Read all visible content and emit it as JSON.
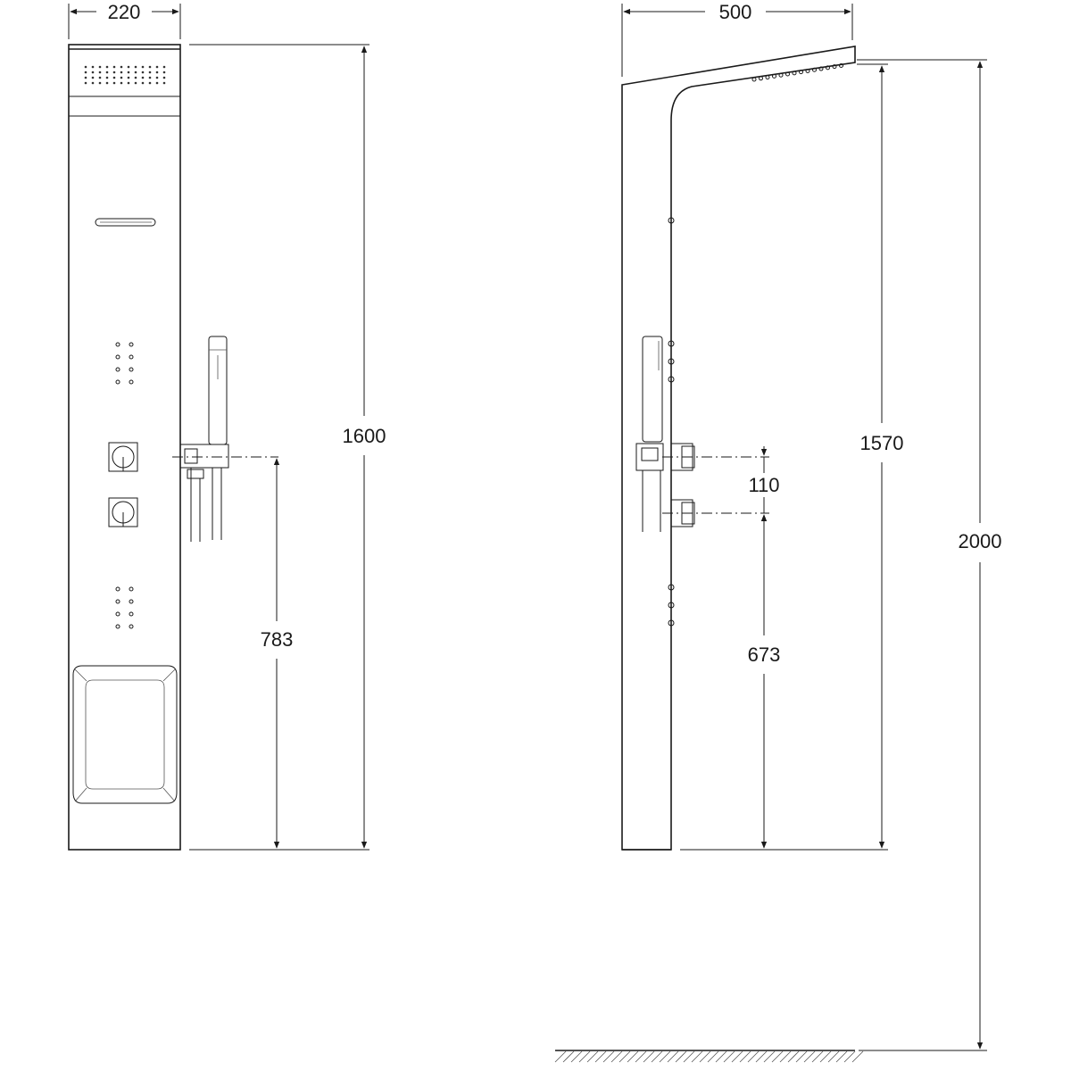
{
  "drawing": {
    "front_view": {
      "width_label": "220",
      "height_label": "1600",
      "valve_height_label": "783"
    },
    "side_view": {
      "depth_label": "500",
      "height_label": "1570",
      "valve_spacing_label": "110",
      "lower_valve_height_label": "673",
      "floor_height_label": "2000"
    }
  }
}
